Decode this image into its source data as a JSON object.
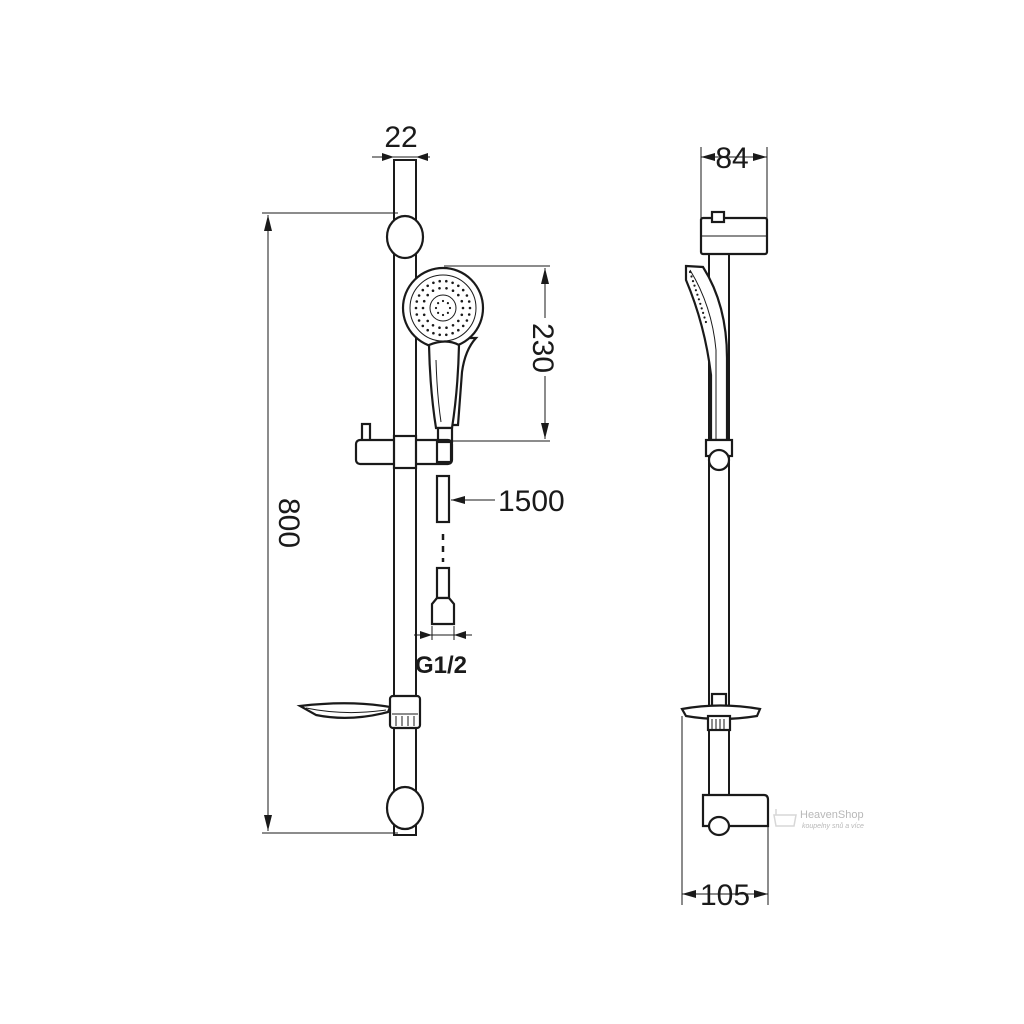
{
  "front_view": {
    "dim_bar_width": "22",
    "dim_total_height": "800",
    "dim_head_height": "230",
    "dim_hose_length": "1500",
    "dim_thread": "G1/2"
  },
  "side_view": {
    "dim_top_depth": "84",
    "dim_bottom_depth": "105"
  },
  "watermark": {
    "brand": "HeavenShop",
    "tagline": "koupelny snů a více"
  }
}
